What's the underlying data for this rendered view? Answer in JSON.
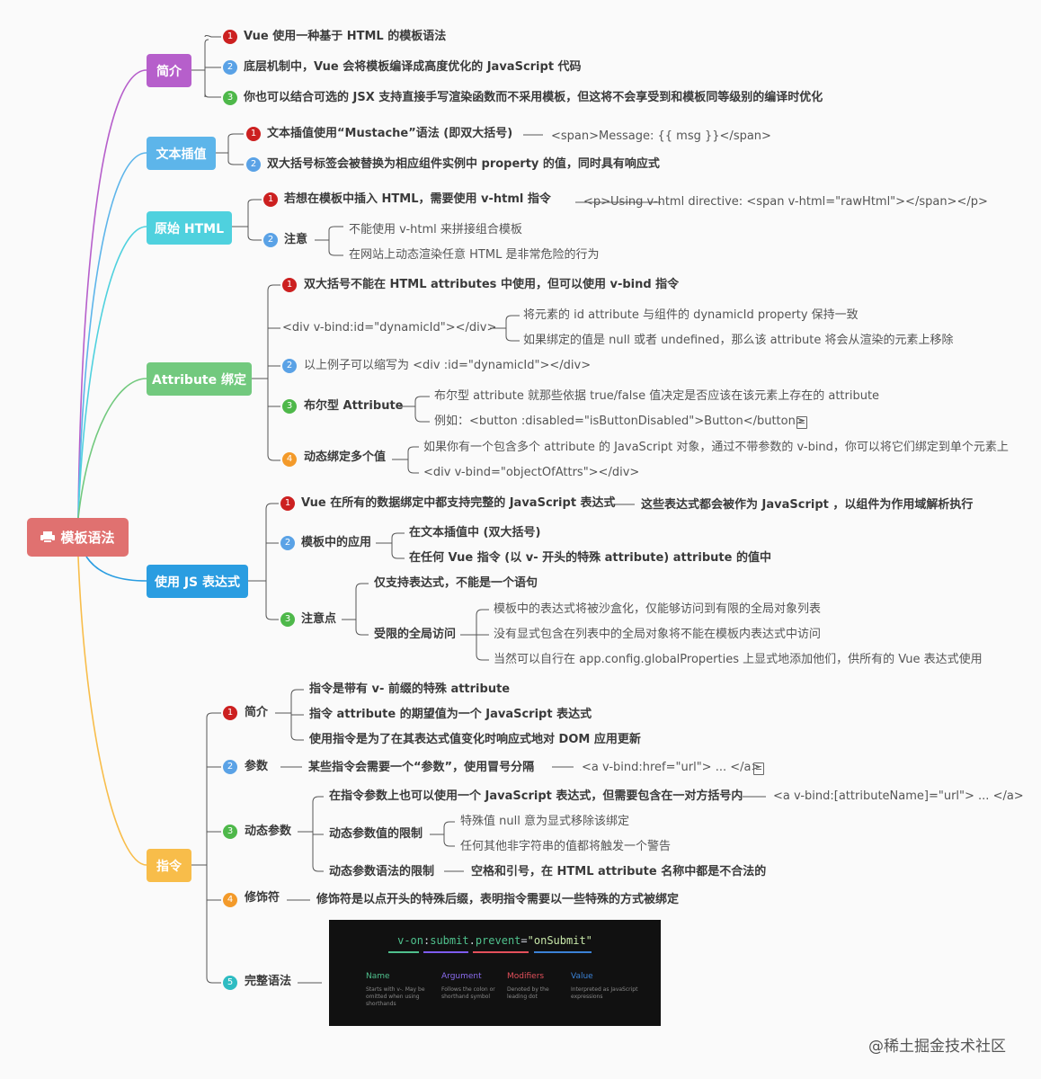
{
  "root": {
    "label": "模板语法",
    "icon": "printer-icon"
  },
  "colors": {
    "root": "#e07170",
    "intro": "#b65fcb",
    "text": "#5db5ea",
    "rawhtml": "#4fd1de",
    "attr": "#72c97e",
    "js": "#2a9de1",
    "directive": "#f8bd4a",
    "badge1": "#cc2020",
    "badge2": "#5aa2e6",
    "badge3": "#4eb84a",
    "badge4": "#f39a2a",
    "badge5": "#2ebcc2"
  },
  "intro": {
    "title": "简介",
    "items": [
      "Vue 使用一种基于 HTML 的模板语法",
      "底层机制中，Vue 会将模板编译成高度优化的 JavaScript 代码",
      "你也可以结合可选的 JSX 支持直接手写渲染函数而不采用模板，但这将不会享受到和模板同等级别的编译时优化"
    ]
  },
  "text": {
    "title": "文本插值",
    "items": [
      "文本插值使用“Mustache”语法 (即双大括号)",
      "双大括号标签会被替换为相应组件实例中 property 的值，同时具有响应式"
    ],
    "example": "<span>Message: {{ msg }}</span>"
  },
  "rawhtml": {
    "title": "原始 HTML",
    "item1": "若想在模板中插入 HTML，需要使用 v-html 指令",
    "example": "<p>Using v-html directive: <span v-html=\"rawHtml\"></span></p>",
    "item2": "注意",
    "notes": [
      "不能使用 v-html 来拼接组合模板",
      "在网站上动态渲染任意 HTML 是非常危险的行为"
    ]
  },
  "attr": {
    "title": "Attribute 绑定",
    "item1": "双大括号不能在 HTML attributes 中使用，但可以使用 v-bind 指令",
    "code": "<div v-bind:id=\"dynamicId\"></div>",
    "code_notes": [
      "将元素的 id attribute 与组件的 dynamicId property 保持一致",
      "如果绑定的值是 null 或者 undefined，那么该 attribute 将会从渲染的元素上移除"
    ],
    "item2": "以上例子可以缩写为 <div :id=\"dynamicId\"></div>",
    "item3": "布尔型 Attribute",
    "bool_notes": [
      "布尔型 attribute 就那些依据 true/false 值决定是否应该在该元素上存在的 attribute",
      "例如：<button :disabled=\"isButtonDisabled\">Button</button>"
    ],
    "item4": "动态绑定多个值",
    "multi_notes": [
      "如果你有一个包含多个 attribute 的 JavaScript 对象，通过不带参数的 v-bind，你可以将它们绑定到单个元素上",
      "<div v-bind=\"objectOfAttrs\"></div>"
    ]
  },
  "js": {
    "title": "使用 JS 表达式",
    "item1": "Vue 在所有的数据绑定中都支持完整的 JavaScript 表达式",
    "item1_note": "这些表达式都会被作为 JavaScript ，以组件为作用域解析执行",
    "item2": "模板中的应用",
    "usage": [
      "在文本插值中 (双大括号)",
      "在任何 Vue 指令 (以 v- 开头的特殊 attribute) attribute 的值中"
    ],
    "item3": "注意点",
    "point1": "仅支持表达式，不能是一个语句",
    "point2": "受限的全局访问",
    "global_notes": [
      "模板中的表达式将被沙盒化，仅能够访问到有限的全局对象列表",
      "没有显式包含在列表中的全局对象将不能在模板内表达式中访问",
      "当然可以自行在 app.config.globalProperties 上显式地添加他们，供所有的 Vue 表达式使用"
    ]
  },
  "dir": {
    "title": "指令",
    "item1": "简介",
    "intro_notes": [
      "指令是带有 v- 前缀的特殊 attribute",
      "指令 attribute 的期望值为一个 JavaScript 表达式",
      "使用指令是为了在其表达式值变化时响应式地对 DOM 应用更新"
    ],
    "item2": "参数",
    "arg_note": "某些指令会需要一个“参数”，使用冒号分隔",
    "arg_example": "<a v-bind:href=\"url\"> ... </a>",
    "item3": "动态参数",
    "dyn1": "在指令参数上也可以使用一个 JavaScript 表达式，但需要包含在一对方括号内",
    "dyn1_example": "<a v-bind:[attributeName]=\"url\"> ... </a>",
    "dyn2": "动态参数值的限制",
    "dyn2_notes": [
      "特殊值 null 意为显式移除该绑定",
      "任何其他非字符串的值都将触发一个警告"
    ],
    "dyn3": "动态参数语法的限制",
    "dyn3_note": "空格和引号，在 HTML attribute 名称中都是不合法的",
    "item4": "修饰符",
    "mod_note": "修饰符是以点开头的特殊后缀，表明指令需要以一些特殊的方式被绑定",
    "item5": "完整语法"
  },
  "syntax": {
    "directive": "v-on",
    "colon": ":",
    "argument": "submit",
    "dot": ".",
    "modifier": "prevent",
    "eq": "=",
    "value": "\"onSubmit\"",
    "name_label": "Name",
    "name_desc": "Starts with v-. May be omitted when using shorthands",
    "arg_label": "Argument",
    "arg_desc": "Follows the colon or shorthand symbol",
    "mod_label": "Modifiers",
    "mod_desc": "Denoted by the leading dot",
    "val_label": "Value",
    "val_desc": "Interpreted as JavaScript expressions"
  },
  "watermark": "@稀土掘金技术社区"
}
